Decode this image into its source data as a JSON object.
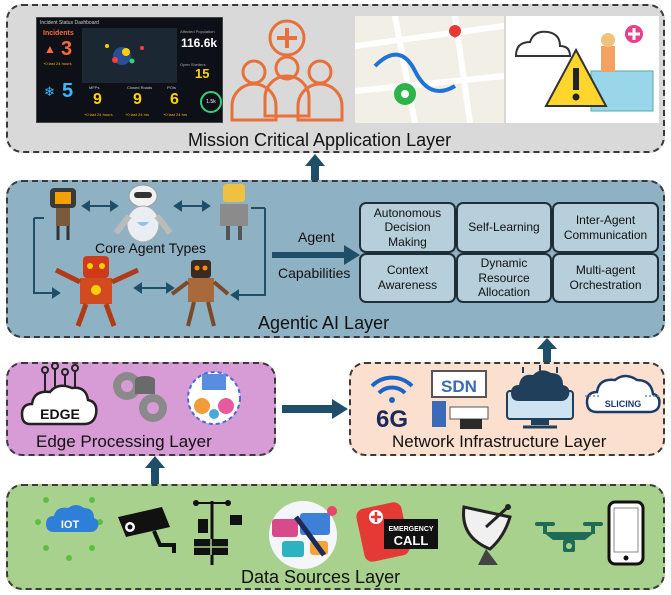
{
  "layers": {
    "mission": "Mission Critical Application Layer",
    "agentic": "Agentic AI Layer",
    "edge": "Edge Processing Layer",
    "network": "Network Infrastructure Layer",
    "data": "Data Sources Layer"
  },
  "agentic": {
    "core_agent_types": "Core Agent Types",
    "agent": "Agent",
    "capabilities": "Capabilities",
    "capability_boxes": [
      "Autonomous Decision Making",
      "Self-Learning",
      "Inter-Agent Communication",
      "Context Awareness",
      "Dynamic Resource Allocation",
      "Multi-agent Orchestration"
    ]
  },
  "edge_icons": {
    "edge": "EDGE"
  },
  "network_icons": {
    "g6": "6G",
    "sdn": "SDN",
    "slicing": "SLICING"
  },
  "data_icons": {
    "iot": "IOT",
    "emergency": "EMERGENCY",
    "call": "CALL"
  },
  "dashboard": {
    "title": "Incident Status Dashboard",
    "incidents_label": "Incidents",
    "incidents_value": "3",
    "incidents_sub": "+0 last 24 hours",
    "b_value": "5",
    "affected_label": "Affected Population",
    "affected_value": "116.6k",
    "open_shelters_label": "Open Shelters",
    "open_shelters_value": "15",
    "mfps_label": "MFPs",
    "mfps_value": "9",
    "mfps_sub": "+0 last 24 hours",
    "roads_label": "Closed Roads",
    "roads_value": "9",
    "roads_sub": "+0 last 24 hrs",
    "pois_label": "POIs",
    "pois_value": "6",
    "pois_sub": "+0 last 24 hrs",
    "gauge_value": "1.5k"
  },
  "colors": {
    "mission_bg": "#d9d9d9",
    "agentic_bg": "#8fb1c4",
    "edge_bg": "#d79bd6",
    "network_bg": "#fbe0cf",
    "data_bg": "#a9d18e",
    "arrow": "#1f4e68",
    "orange_icon": "#e8703a"
  }
}
